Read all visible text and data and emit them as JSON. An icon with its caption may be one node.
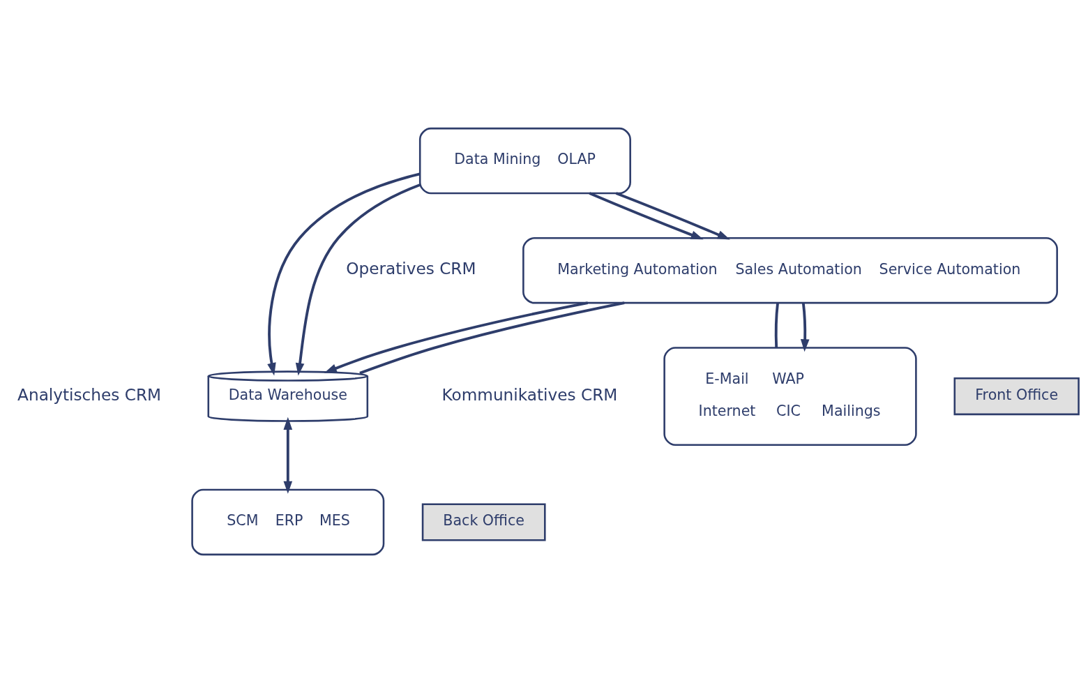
{
  "diagram": {
    "nodes": [
      {
        "text": [
          "E-Mail",
          "WAP",
          "Internet",
          "CIC",
          "Mailings"
        ]
      },
      {
        "text": [
          "Marketing Automation",
          "Sales Automation",
          "Service Automation"
        ]
      },
      {
        "text": [
          "Data Mining",
          "OLAP"
        ]
      },
      {
        "text": [
          "Data Warehouse"
        ]
      },
      {
        "text": [
          "SCM",
          "ERP",
          "MES"
        ]
      },
      {
        "text": [
          "Front Office"
        ]
      },
      {
        "text": [
          "Back Office"
        ]
      }
    ],
    "edges": [
      {
        "from": 1,
        "to": 0,
        "arrow": "none"
      },
      {
        "from": 1,
        "to": 0,
        "arrow": "to"
      },
      {
        "from": 1,
        "to": 3,
        "arrow": "to"
      },
      {
        "from": 3,
        "to": 1,
        "arrow": "none"
      },
      {
        "from": 2,
        "to": 1,
        "arrow": "to"
      },
      {
        "from": 2,
        "to": 1,
        "arrow": "to"
      },
      {
        "from": 2,
        "to": 3,
        "arrow": "to"
      },
      {
        "from": 2,
        "to": 3,
        "arrow": "to"
      },
      {
        "from": 3,
        "to": 4,
        "arrow": "both"
      }
    ],
    "labels": [
      "Kommunikatives CRM",
      "Operatives CRM",
      "Analytisches CRM"
    ]
  }
}
